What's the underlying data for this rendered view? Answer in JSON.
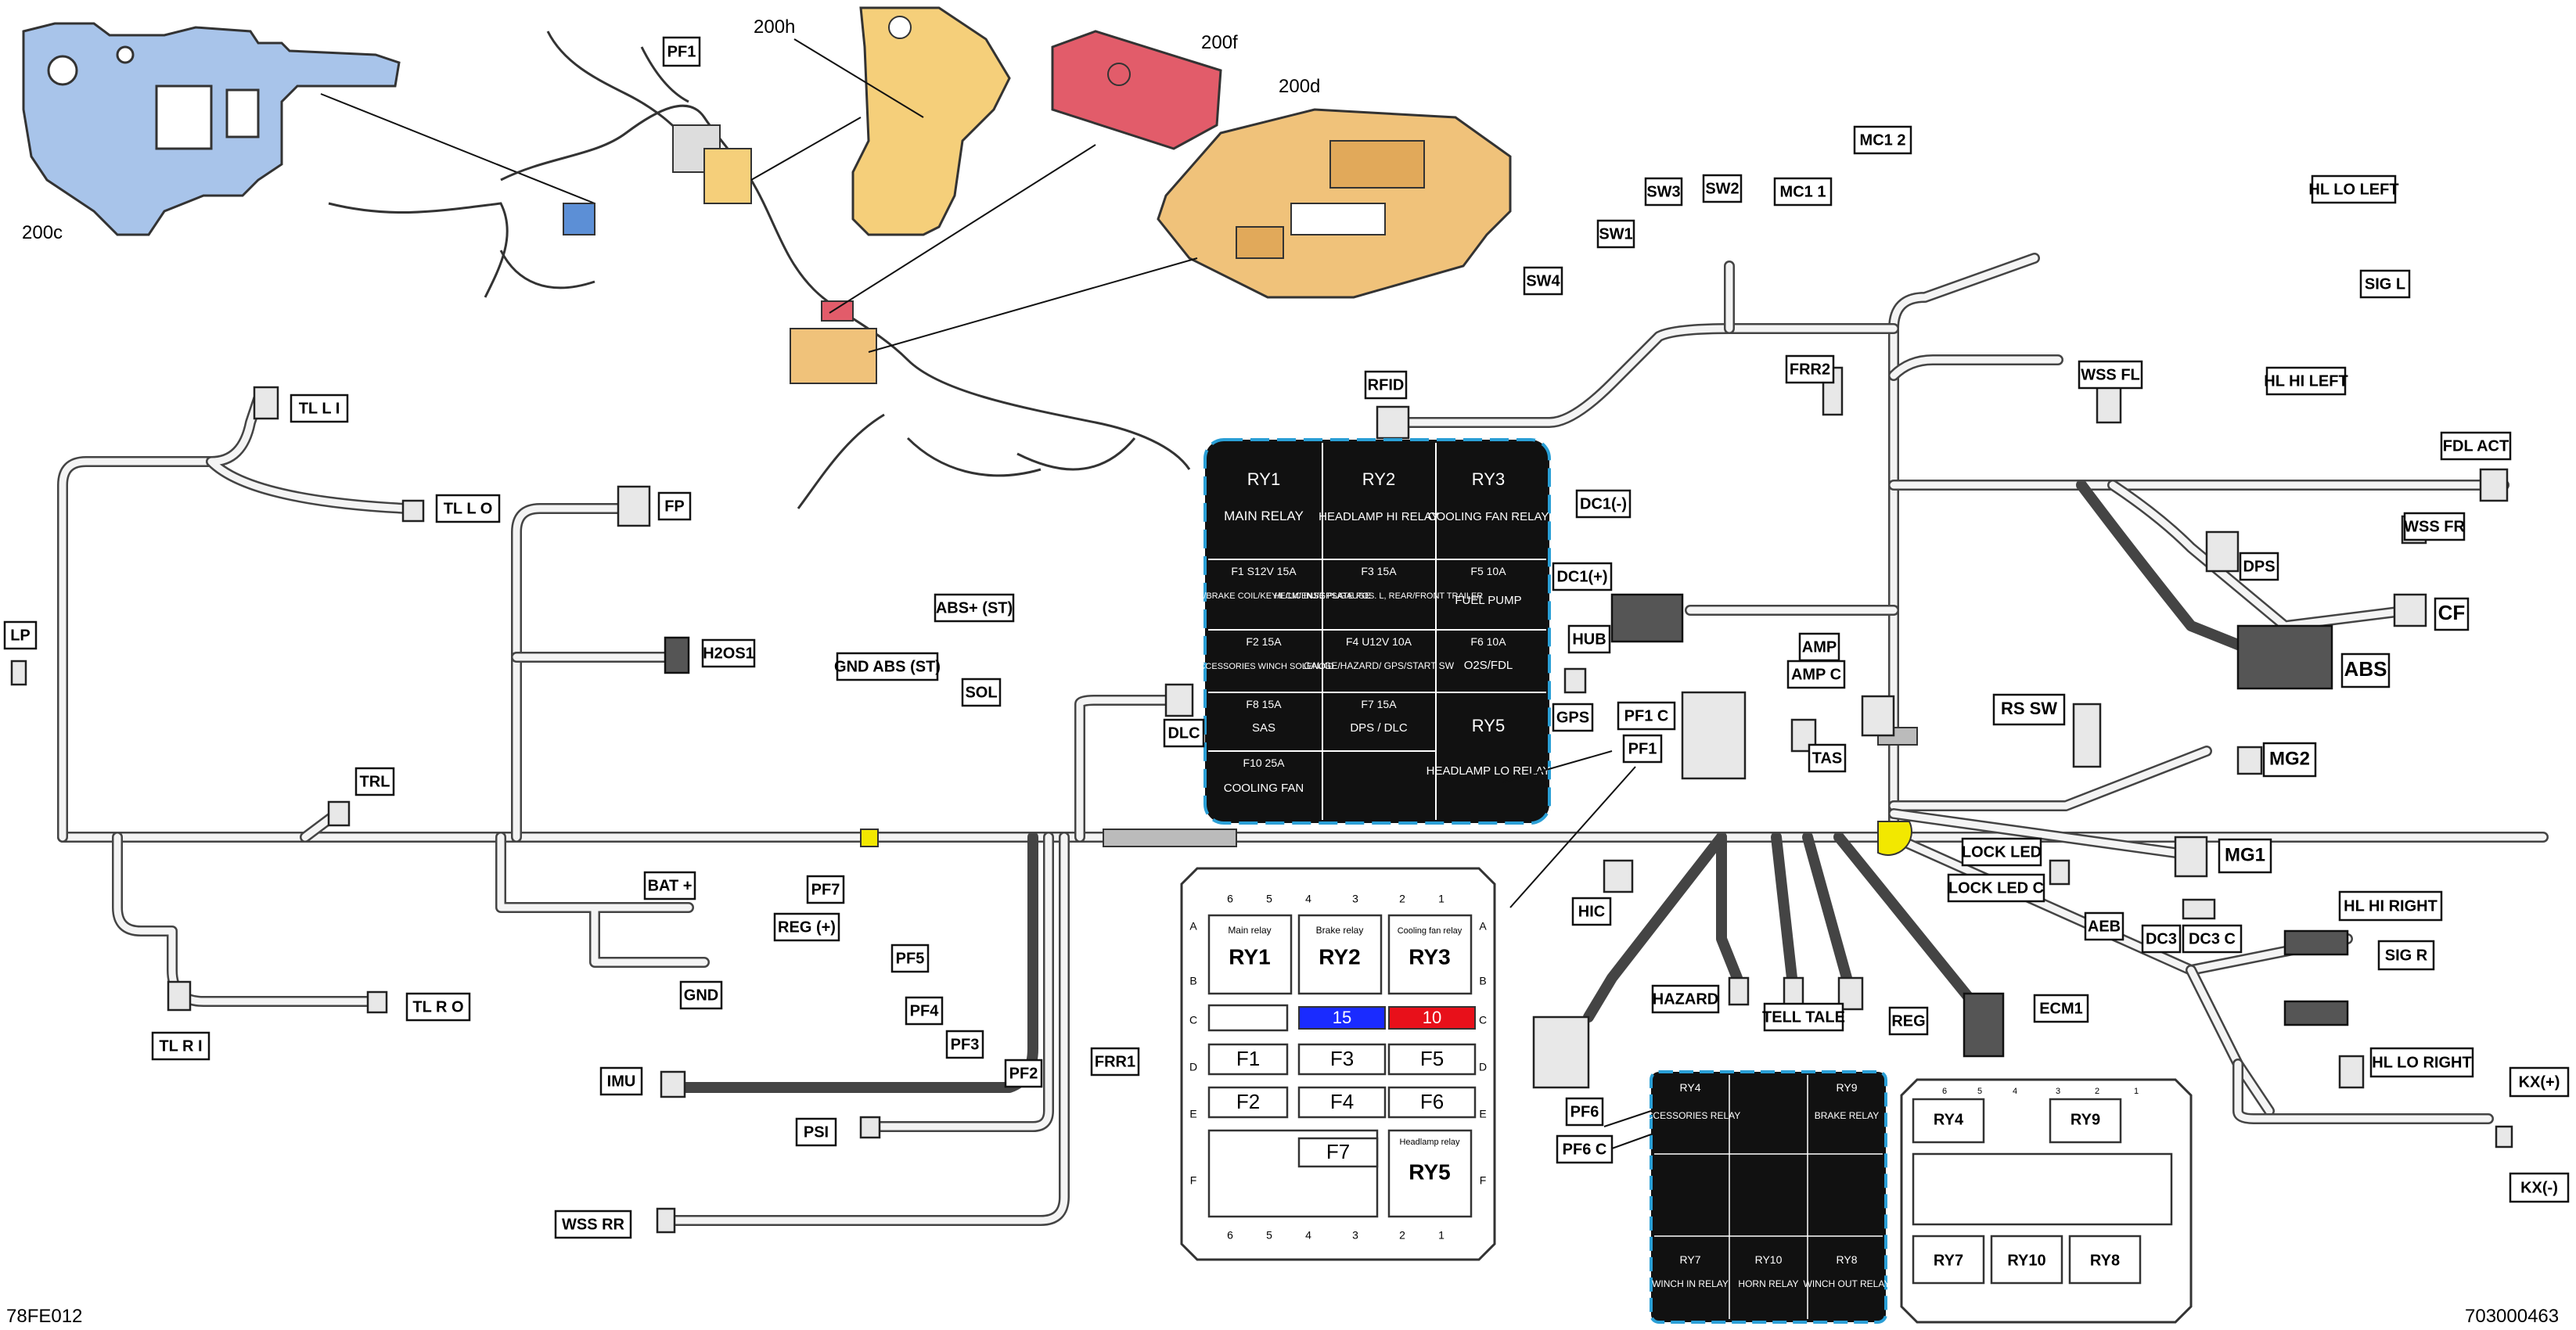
{
  "part_labels": {
    "c200c": "200c",
    "c200h": "200h",
    "c200f": "200f",
    "c200d": "200d"
  },
  "footer": {
    "left_code": "78FE012",
    "right_code": "703000463"
  },
  "connectors": {
    "pf1_top": "PF1",
    "tl_l_i": "TL  L  I",
    "tl_l_o": "TL  L  O",
    "fp": "FP",
    "lp": "LP",
    "h2os1": "H2OS1",
    "trl": "TRL",
    "abs_st": "ABS+ (ST)",
    "gnd_abs_st": "GND  ABS (ST)",
    "sol": "SOL",
    "dlc": "DLC",
    "bat_plus": "BAT +",
    "gnd": "GND",
    "pf7": "PF7",
    "reg_plus": "REG (+)",
    "pf5": "PF5",
    "pf4": "PF4",
    "pf3": "PF3",
    "pf2": "PF2",
    "frr1": "FRR1",
    "tl_r_o": "TL  R  O",
    "tl_r_i": "TL  R  I",
    "imu": "IMU",
    "psi": "PSI",
    "wss_rr": "WSS  RR",
    "rfid": "RFID",
    "dc1_minus": "DC1(-)",
    "dc1_plus": "DC1(+)",
    "hub": "HUB",
    "gps": "GPS",
    "pf1_c": "PF1  C",
    "pf1": "PF1",
    "hic": "HIC",
    "hazard": "HAZARD",
    "tell_tale": "TELL TALE",
    "reg": "REG",
    "ecm1": "ECM1",
    "pf6": "PF6",
    "pf6_c": "PF6  C",
    "tas": "TAS",
    "amp": "AMP",
    "amp_c": "AMP  C",
    "frr2": "FRR2",
    "sw1": "SW1",
    "sw2": "SW2",
    "sw3": "SW3",
    "sw4": "SW4",
    "mc1_1": "MC1  1",
    "mc1_2": "MC1  2",
    "hl_lo_left": "HL LO LEFT",
    "sig_l": "SIG  L",
    "hl_hi_left": "HL HI LEFT",
    "wss_fl": "WSS  FL",
    "fdl_act": "FDL  ACT",
    "wss_fr": "WSS FR",
    "dps": "DPS",
    "cf": "CF",
    "abs": "ABS",
    "rs_sw": "RS  SW",
    "mg2": "MG2",
    "mg1": "MG1",
    "lock_led": "LOCK LED",
    "lock_led_c": "LOCK LED  C",
    "aeb": "AEB",
    "dc3": "DC3",
    "dc3_c": "DC3  C",
    "hl_hi_right": "HL HI RIGHT",
    "sig_r": "SIG  R",
    "hl_lo_right": "HL LO RIGHT",
    "kx_plus": "KX(+)",
    "kx_minus": "KX(-)"
  },
  "fuse_chart": {
    "ry1": {
      "id": "RY1",
      "name": "MAIN RELAY"
    },
    "ry2": {
      "id": "RY2",
      "name": "HEADLAMP HI RELAY"
    },
    "ry3": {
      "id": "RY3",
      "name": "COOLING FAN RELAY"
    },
    "f1": {
      "head": "F1     S12V     15A",
      "desc": "START SOL/BRAKE COIL/KEY/ECM/ INJ/GPS/GAUGE"
    },
    "f3": {
      "head": "F3                15A",
      "desc": "HL/LICENSE PLATE POS. L, REAR/FRONT TRAILER"
    },
    "f5": {
      "head": "F5              10A",
      "desc": "FUEL PUMP"
    },
    "f2": {
      "head": "F2                 15A",
      "desc": "ACCESSORIES WINCH SOLENOID"
    },
    "f4": {
      "head": "F4   U12V   10A",
      "desc": "GAUGE/HAZARD/ GPS/START SW"
    },
    "f6": {
      "head": "F6              10A",
      "desc": "O2S/FDL"
    },
    "f8": {
      "head": "F8                 15A",
      "desc": "SAS"
    },
    "f7": {
      "head": "F7                15A",
      "desc": "DPS / DLC"
    },
    "ry5": {
      "id": "RY5",
      "name": "HEADLAMP LO RELAY"
    },
    "f10": {
      "head": "F10            25A",
      "desc": "COOLING FAN"
    }
  },
  "fuse_box_1": {
    "col_numbers": [
      "6",
      "5",
      "4",
      "3",
      "2",
      "1"
    ],
    "row_letters": [
      "A",
      "B",
      "C",
      "D",
      "E",
      "F"
    ],
    "ry1_caption": "Main relay",
    "ry1": "RY1",
    "ry2_caption": "Brake relay",
    "ry2": "RY2",
    "ry3_caption": "Cooling fan relay",
    "ry3": "RY3",
    "spare_15": "15",
    "spare_10": "10",
    "f1": "F1",
    "f3": "F3",
    "f5": "F5",
    "f2": "F2",
    "f4": "F4",
    "f6": "F6",
    "f7": "F7",
    "ry5_caption": "Headlamp relay",
    "ry5": "RY5"
  },
  "relay_chart_2": {
    "ry4": {
      "id": "RY4",
      "name": "ACCESSORIES RELAY"
    },
    "ry9": {
      "id": "RY9",
      "name": "BRAKE RELAY"
    },
    "ry7": {
      "id": "RY7",
      "name": "WINCH IN RELAY"
    },
    "ry10": {
      "id": "RY10",
      "name": "HORN RELAY"
    },
    "ry8": {
      "id": "RY8",
      "name": "WINCH OUT RELAY"
    }
  },
  "fuse_box_2": {
    "col_numbers": [
      "6",
      "5",
      "4",
      "3",
      "2",
      "1"
    ],
    "ry4": "RY4",
    "ry9": "RY9",
    "ry7": "RY7",
    "ry10": "RY10",
    "ry8": "RY8"
  },
  "colors": {
    "chart_bg": "#111111",
    "chart_border": "#2a9fd6",
    "blue_fuse": "#1a2bff",
    "red_fuse": "#e8101a",
    "bracket_blue": "#a8c4ea",
    "bracket_yellow": "#f5cf7a",
    "cover_red": "#e25c6a",
    "tray_orange": "#f0c27a",
    "highlight_yellow": "#f2e800"
  }
}
